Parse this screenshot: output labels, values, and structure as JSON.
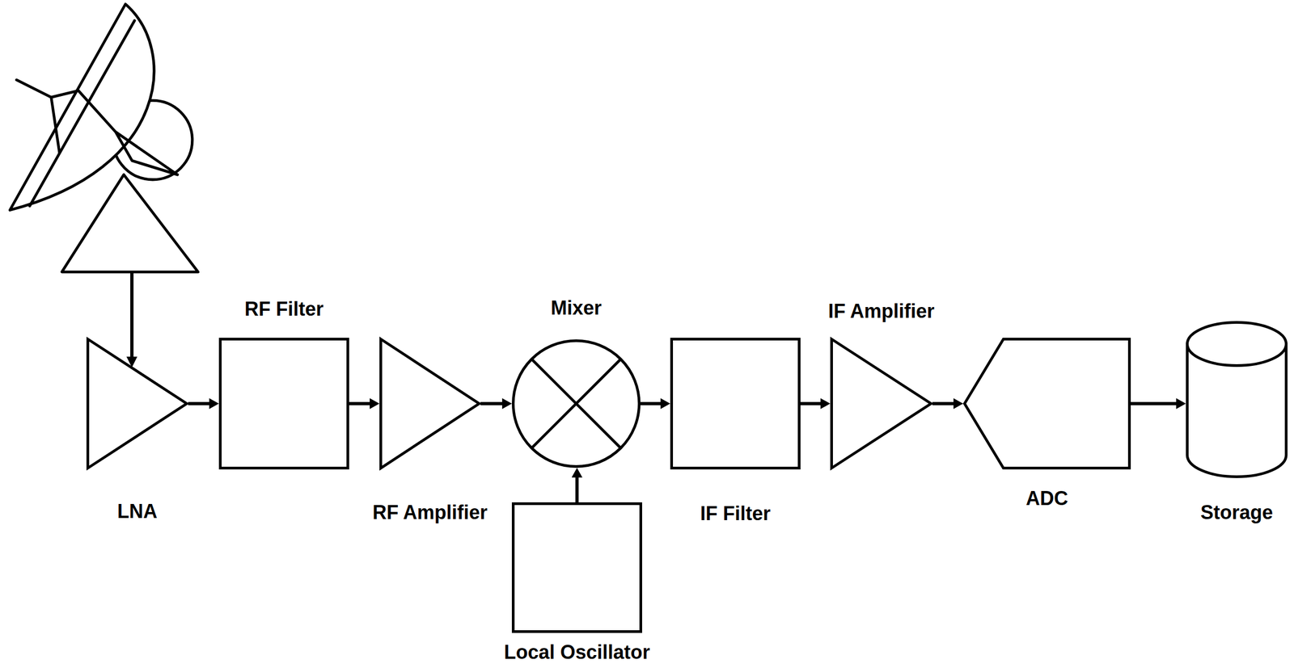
{
  "diagram": {
    "nodes": [
      {
        "text": [
          "LNA"
        ]
      },
      {
        "text": [
          "RF Filter"
        ]
      },
      {
        "text": [
          "RF Amplifier"
        ]
      },
      {
        "text": [
          "Mixer"
        ]
      },
      {
        "text": [
          "Local Oscillator"
        ]
      },
      {
        "text": [
          "IF Filter"
        ]
      },
      {
        "text": [
          "IF Amplifier"
        ]
      },
      {
        "text": [
          "ADC"
        ]
      },
      {
        "text": [
          "Storage"
        ]
      }
    ],
    "edges": [
      {
        "from": 0,
        "to": 1,
        "arrow": "to"
      },
      {
        "from": 1,
        "to": 2,
        "arrow": "to"
      },
      {
        "from": 2,
        "to": 3,
        "arrow": "to"
      },
      {
        "from": 4,
        "to": 3,
        "arrow": "to"
      },
      {
        "from": 3,
        "to": 5,
        "arrow": "to"
      },
      {
        "from": 5,
        "to": 6,
        "arrow": "to"
      },
      {
        "from": 6,
        "to": 7,
        "arrow": "to"
      },
      {
        "from": 7,
        "to": 8,
        "arrow": "to"
      }
    ]
  }
}
